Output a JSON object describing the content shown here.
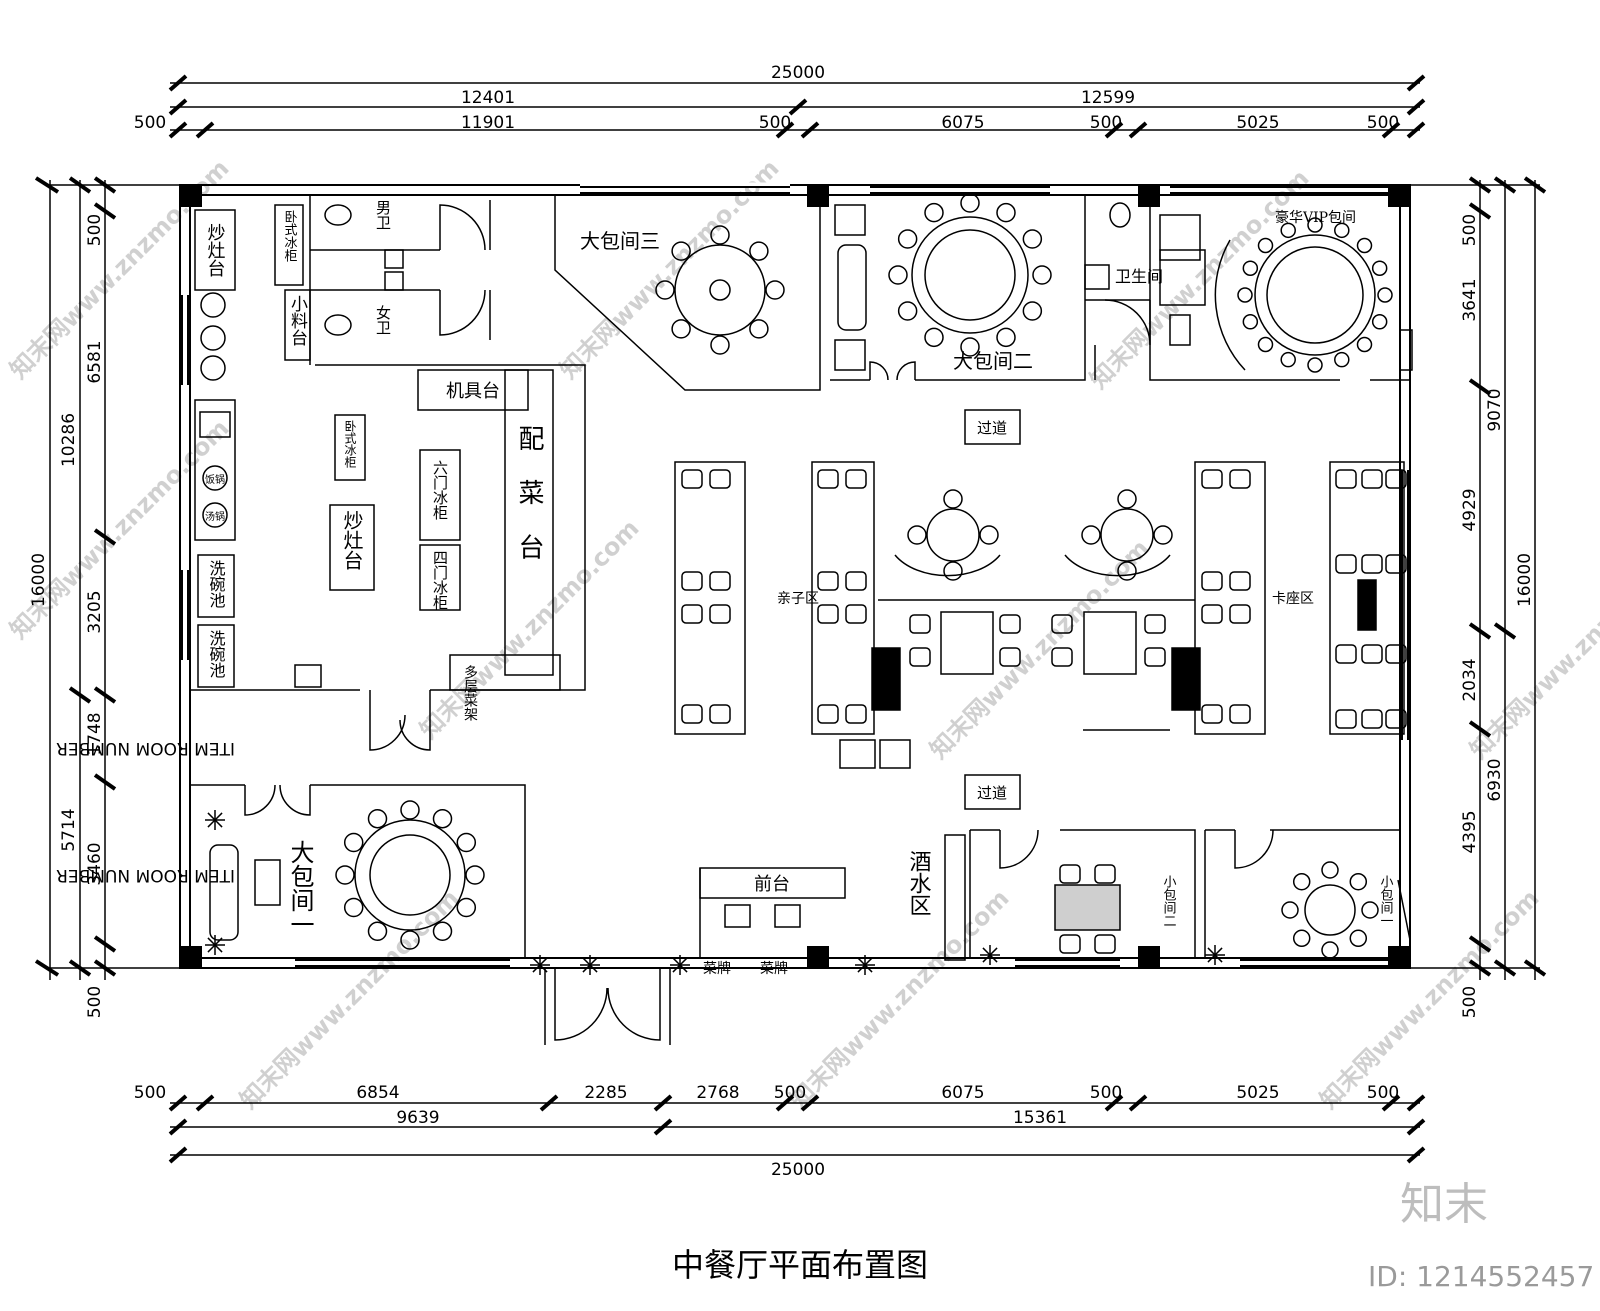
{
  "title": "中餐厅平面布置图",
  "brand": "知末",
  "image_id": "ID: 1214552457",
  "watermark": "知末网www.znzmo.com",
  "dims": {
    "top_total": "25000",
    "top_mid_left": "12401",
    "top_mid_right": "12599",
    "top_seg": [
      "500",
      "11901",
      "500",
      "6075",
      "500",
      "5025",
      "500"
    ],
    "bottom_seg": [
      "500",
      "6854",
      "2285",
      "2768",
      "500",
      "6075",
      "500",
      "5025",
      "500"
    ],
    "bottom_mid_left": "9639",
    "bottom_mid_right": "15361",
    "bottom_total": "25000",
    "left_outer": "16000",
    "left_mid": [
      "10286",
      "5714"
    ],
    "left_inner": [
      "500",
      "6581",
      "3205",
      "1748",
      "3460",
      "500"
    ],
    "right_outer": "16000",
    "right_mid": [
      "9070",
      "6930"
    ],
    "right_inner": [
      "500",
      "3641",
      "4929",
      "2034",
      "4395",
      "500"
    ]
  },
  "rooms": {
    "kitchen_pass": "配 菜 台",
    "machine_table": "机具台",
    "mens_wc": "男卫",
    "womens_wc": "女卫",
    "small_mat": "小料台",
    "fridge_h": "卧式冰柜",
    "fridge_h2": "卧式冰柜",
    "fridge_6": "六门冰柜",
    "fridge_4": "四门冰柜",
    "stove": "炒灶台",
    "stove2": "炒灶台",
    "sink1": "洗碗池",
    "sink2": "洗碗池",
    "rice": "饭锅",
    "soup": "汤锅",
    "shelf": "多层菜架",
    "big3": "大包间三",
    "big2": "大包间二",
    "washroom": "卫生间",
    "vip": "豪华VIP包间",
    "aisle1": "过道",
    "aisle2": "过道",
    "family": "亲子区",
    "booth": "卡座区",
    "big1": "大包间一",
    "reception": "前台",
    "menu1": "菜牌",
    "menu2": "菜牌",
    "bar": "酒水区",
    "small2": "小包间二",
    "small1": "小包间一",
    "item_room": "ITEM ROOM NUMBER"
  }
}
